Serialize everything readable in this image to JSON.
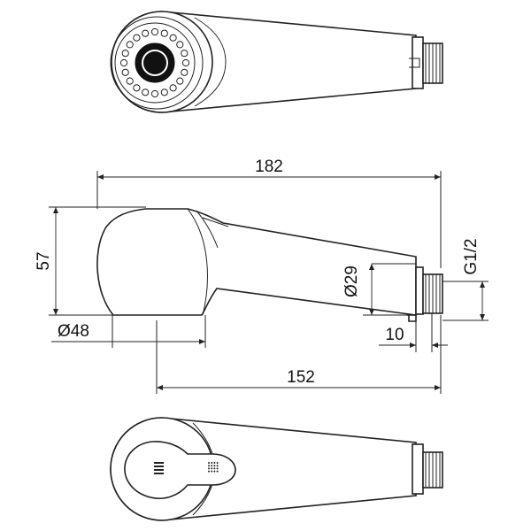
{
  "dimensions": {
    "overall_length": "182",
    "height": "57",
    "head_diameter": "Ø48",
    "base_length": "152",
    "neck_diameter": "Ø29",
    "thread_length": "10",
    "thread_size": "G1/2"
  }
}
